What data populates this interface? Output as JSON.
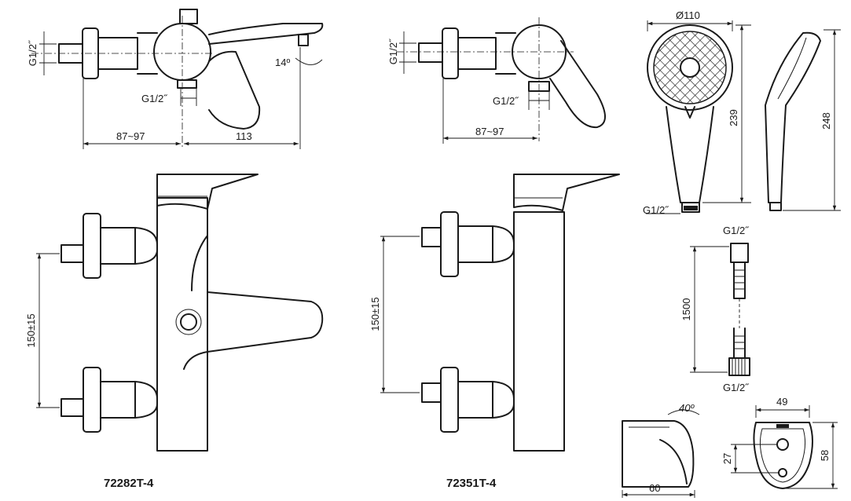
{
  "labels": {
    "thread": "G1/2˝",
    "dim_87_97": "87~97",
    "dim_113": "113",
    "angle_14": "14º",
    "dim_150": "150±15",
    "dim_110": "Ø110",
    "dim_239": "239",
    "dim_248": "248",
    "dim_1500": "1500",
    "dim_49": "49",
    "angle_40": "40º",
    "dim_27": "27",
    "dim_58": "58",
    "dim_60": "60"
  },
  "models": {
    "left": "72282T-4",
    "right": "72351T-4"
  }
}
